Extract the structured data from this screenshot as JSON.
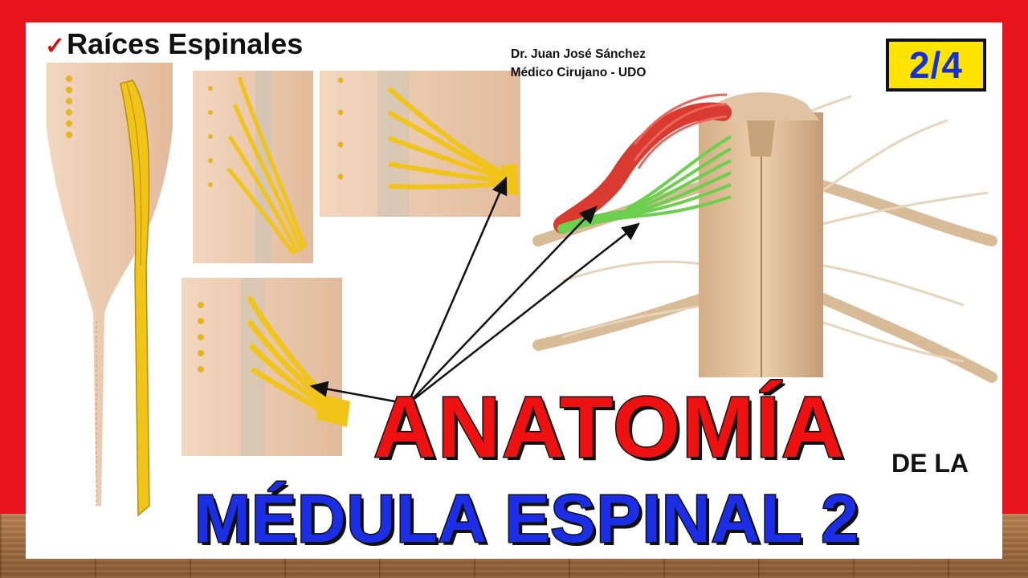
{
  "heading": {
    "check": "✓",
    "text": "Raíces Espinales"
  },
  "author": {
    "name": "Dr. Juan José Sánchez",
    "role": "Médico Cirujano - UDO"
  },
  "badge": {
    "text": "2/4"
  },
  "title": {
    "line1": "ANATOMÍA",
    "connector": "DE LA",
    "line2": "MÉDULA ESPINAL 2"
  },
  "colors": {
    "frame": "#e8141c",
    "title_red": "#ee1111",
    "title_blue": "#1b2ee6",
    "badge_bg": "#ffe400",
    "nerve_yellow": "#f0c419",
    "root_red": "#d93b30",
    "root_green": "#6ccf4e",
    "cord_beige": "#e6c49d"
  }
}
